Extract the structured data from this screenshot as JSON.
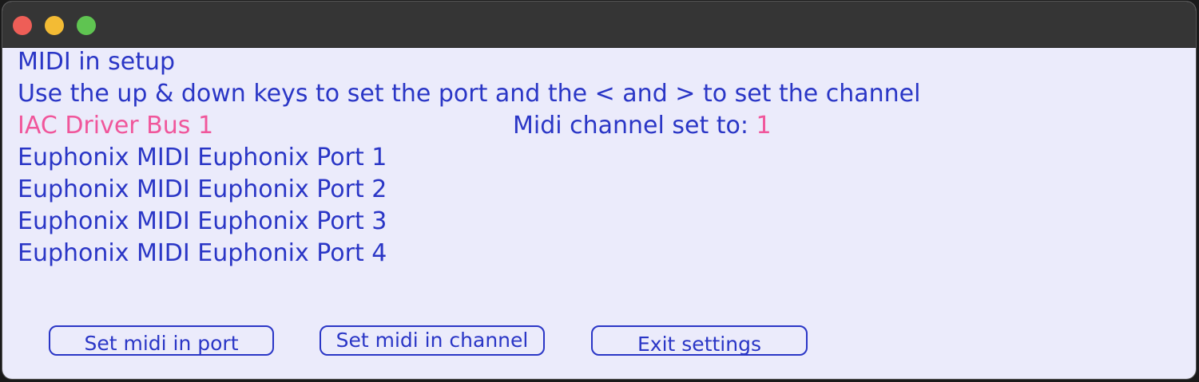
{
  "window": {
    "controls": [
      "close-button",
      "minimize-button",
      "zoom-button"
    ]
  },
  "main": {
    "title": "MIDI in setup",
    "instructions": "Use the up & down keys to set the port and the < and > to set the channel",
    "selected_port": "IAC Driver Bus 1",
    "channel_label": "Midi channel set to: ",
    "channel_value": "1",
    "ports": [
      "Euphonix MIDI Euphonix Port 1",
      "Euphonix MIDI Euphonix Port 2",
      "Euphonix MIDI Euphonix Port 3",
      "Euphonix MIDI Euphonix Port 4"
    ]
  },
  "buttons": {
    "set_port": "Set midi in port",
    "set_channel": "Set midi in channel",
    "exit": "Exit settings"
  },
  "colors": {
    "text": "#2a36c6",
    "highlight": "#f0569b",
    "background": "#ebebfb",
    "titlebar": "#353535"
  }
}
